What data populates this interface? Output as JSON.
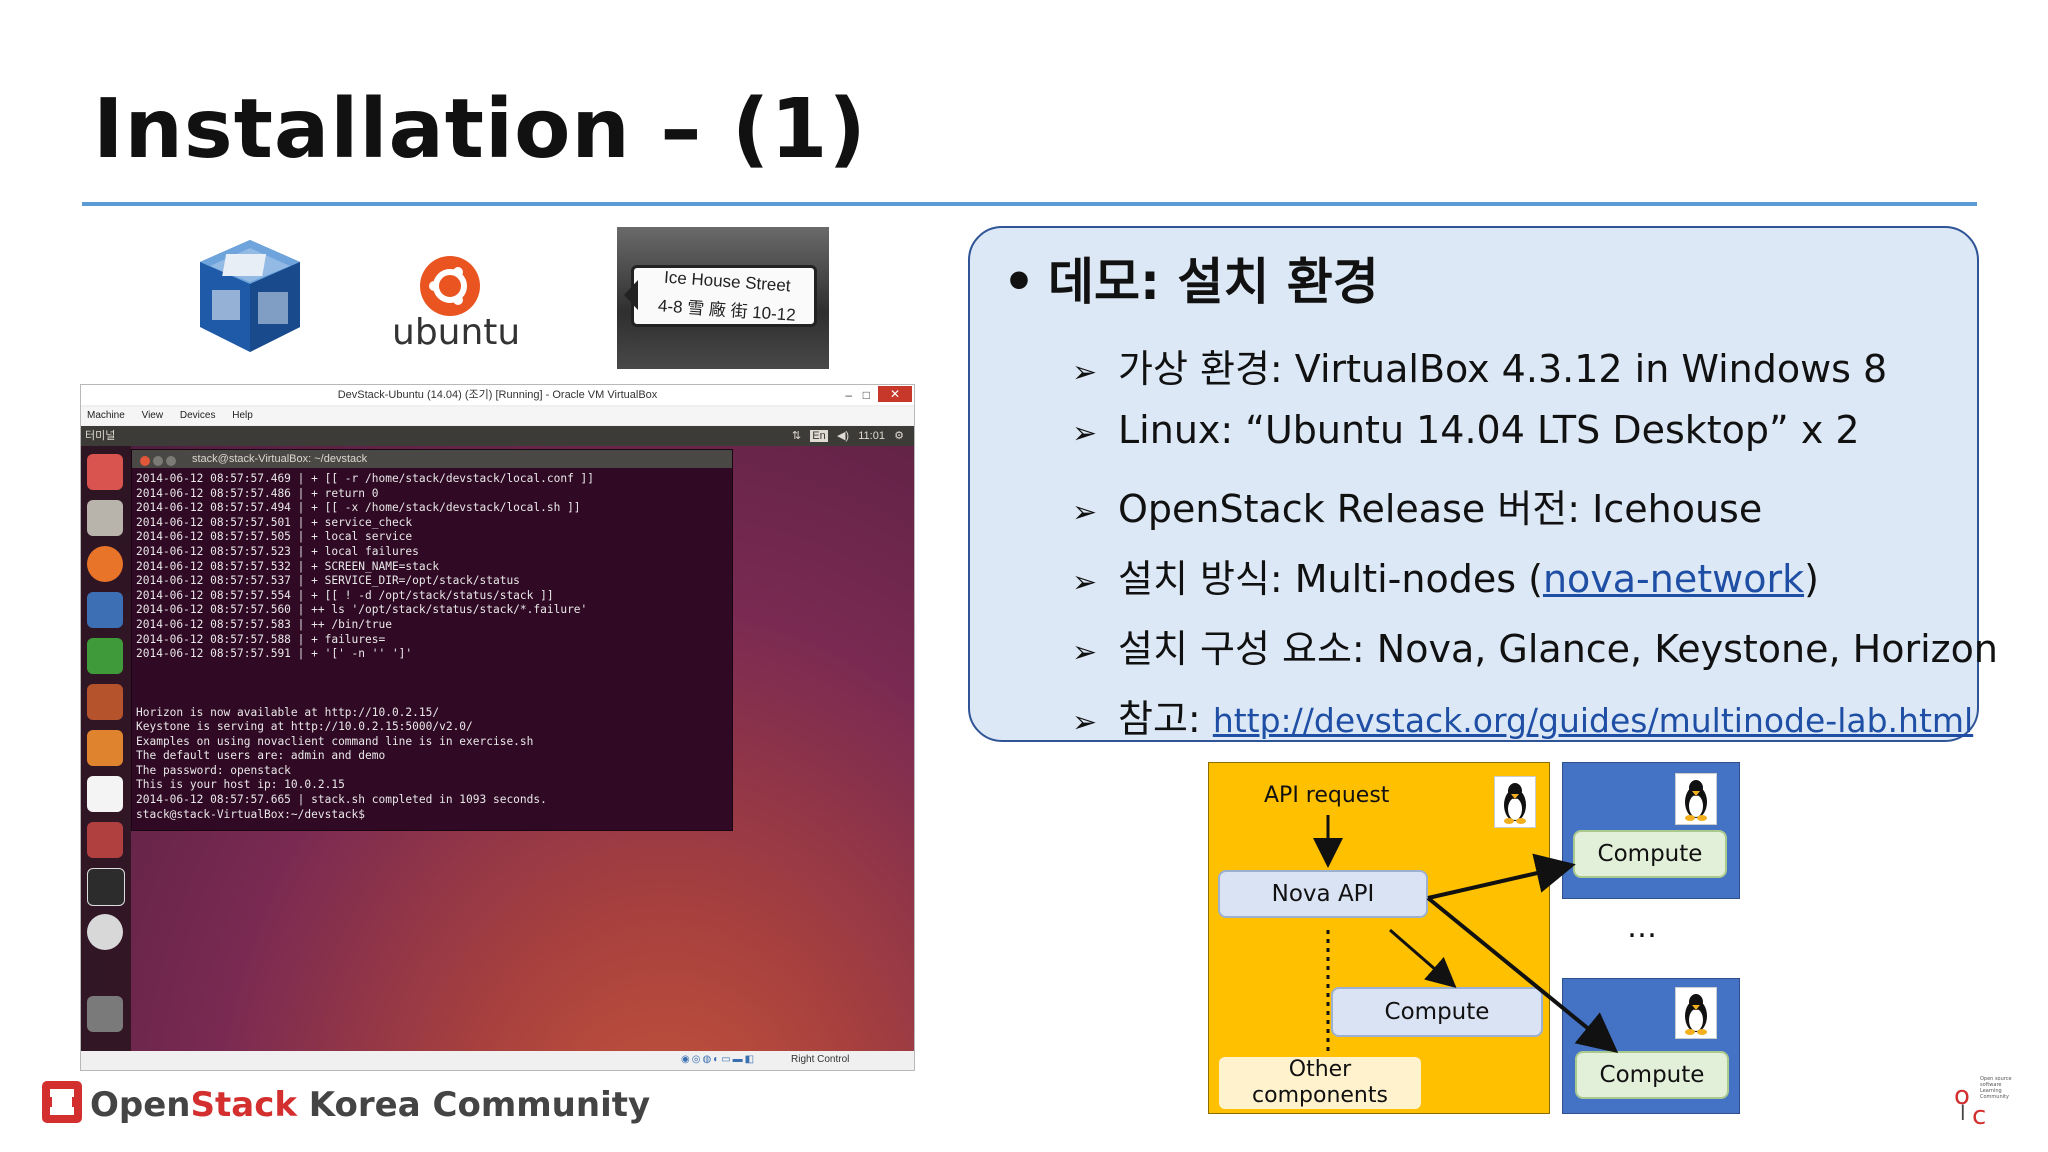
{
  "slide": {
    "title": "Installation – (1)"
  },
  "logos": {
    "ubuntu_label": "ubuntu",
    "street_sign_line1": "Ice House Street",
    "street_sign_line2": "4-8 雪 廠 街 10-12"
  },
  "vm_window": {
    "title": "DevStack-Ubuntu (14.04) (조기) [Running] - Oracle VM VirtualBox",
    "menu": [
      "Machine",
      "View",
      "Devices",
      "Help"
    ],
    "ubuntu_app_name": "터미널",
    "topbar_keyboard": "En",
    "topbar_clock": "11:01",
    "statusbar_host_key": "Right Control",
    "terminal": {
      "title": "stack@stack-VirtualBox: ~/devstack",
      "lines": [
        "2014-06-12 08:57:57.469 | + [[ -r /home/stack/devstack/local.conf ]]",
        "2014-06-12 08:57:57.486 | + return 0",
        "2014-06-12 08:57:57.494 | + [[ -x /home/stack/devstack/local.sh ]]",
        "2014-06-12 08:57:57.501 | + service_check",
        "2014-06-12 08:57:57.505 | + local service",
        "2014-06-12 08:57:57.523 | + local failures",
        "2014-06-12 08:57:57.532 | + SCREEN_NAME=stack",
        "2014-06-12 08:57:57.537 | + SERVICE_DIR=/opt/stack/status",
        "2014-06-12 08:57:57.554 | + [[ ! -d /opt/stack/status/stack ]]",
        "2014-06-12 08:57:57.560 | ++ ls '/opt/stack/status/stack/*.failure'",
        "2014-06-12 08:57:57.583 | ++ /bin/true",
        "2014-06-12 08:57:57.588 | + failures=",
        "2014-06-12 08:57:57.591 | + '[' -n '' ']'",
        "",
        "",
        "",
        "Horizon is now available at http://10.0.2.15/",
        "Keystone is serving at http://10.0.2.15:5000/v2.0/",
        "Examples on using novaclient command line is in exercise.sh",
        "The default users are: admin and demo",
        "The password: openstack",
        "This is your host ip: 10.0.2.15",
        "2014-06-12 08:57:57.665 | stack.sh completed in 1093 seconds.",
        "stack@stack-VirtualBox:~/devstack$"
      ]
    }
  },
  "info": {
    "heading": "데모: 설치 환경",
    "bullet": "•",
    "arrow": "➢",
    "items": [
      {
        "label": "가상 환경: VirtualBox 4.3.12 in Windows 8"
      },
      {
        "label": "Linux: “Ubuntu 14.04 LTS Desktop” x 2"
      },
      {
        "label": "OpenStack Release 버전: Icehouse"
      },
      {
        "label_prefix": "설치 방식: Multi-nodes (",
        "link": "nova-network",
        "label_suffix": ")"
      },
      {
        "label": "설치 구성 요소: Nova, Glance, Keystone, Horizon"
      },
      {
        "label_prefix": "참고: ",
        "link": "http://devstack.org/guides/multinode-lab.html"
      }
    ]
  },
  "diagram": {
    "api_request": "API request",
    "nova_api": "Nova API",
    "compute_inner": "Compute",
    "other_components_1": "Other",
    "other_components_2": "components",
    "compute_top": "Compute",
    "compute_bottom": "Compute",
    "ellipsis": "…"
  },
  "footer": {
    "brand_open": "Open",
    "brand_stack": "Stack",
    "brand_rest": " Korea Community",
    "oslc_text": "Open source software Learning Community"
  },
  "colors": {
    "title_rule": "#5b9bd5",
    "info_bg": "#dce8f6",
    "diagram_yellow": "#ffc000",
    "diagram_node_blue": "#4472c4",
    "terminal_bg": "#300a24"
  }
}
